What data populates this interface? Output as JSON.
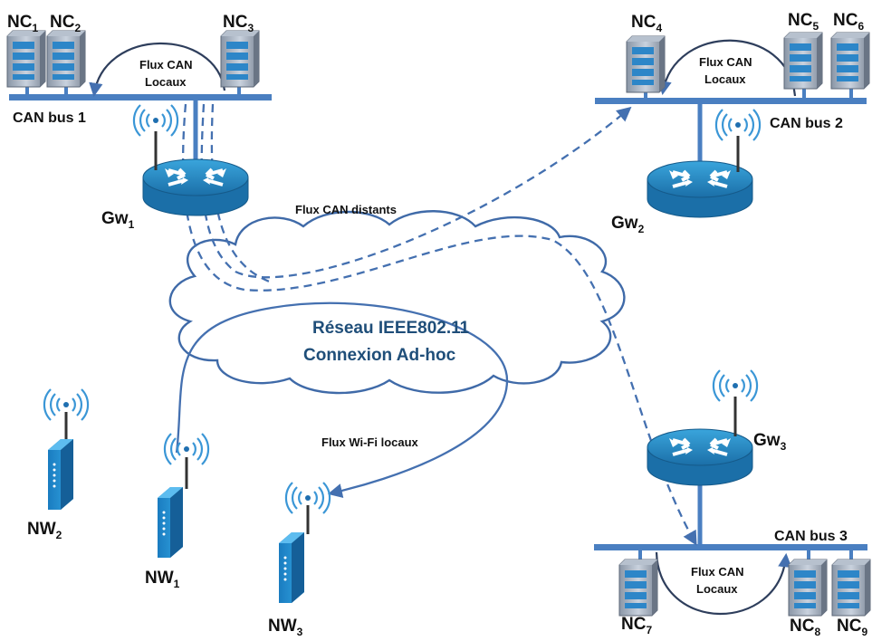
{
  "nodes": {
    "nc1": {
      "label": "NC",
      "sub": "1"
    },
    "nc2": {
      "label": "NC",
      "sub": "2"
    },
    "nc3": {
      "label": "NC",
      "sub": "3"
    },
    "nc4": {
      "label": "NC",
      "sub": "4"
    },
    "nc5": {
      "label": "NC",
      "sub": "5"
    },
    "nc6": {
      "label": "NC",
      "sub": "6"
    },
    "nc7": {
      "label": "NC",
      "sub": "7"
    },
    "nc8": {
      "label": "NC",
      "sub": "8"
    },
    "nc9": {
      "label": "NC",
      "sub": "9"
    },
    "gw1": {
      "label": "Gw",
      "sub": "1"
    },
    "gw2": {
      "label": "Gw",
      "sub": "2"
    },
    "gw3": {
      "label": "Gw",
      "sub": "3"
    },
    "nw1": {
      "label": "NW",
      "sub": "1"
    },
    "nw2": {
      "label": "NW",
      "sub": "2"
    },
    "nw3": {
      "label": "NW",
      "sub": "3"
    }
  },
  "buses": {
    "bus1": "CAN bus 1",
    "bus2": "CAN bus 2",
    "bus3": "CAN bus 3"
  },
  "flows": {
    "local1_line1": "Flux CAN",
    "local1_line2": "Locaux",
    "local2_line1": "Flux CAN",
    "local2_line2": "Locaux",
    "local3_line1": "Flux CAN",
    "local3_line2": "Locaux",
    "remote": "Flux CAN distants",
    "wifi": "Flux Wi-Fi locaux"
  },
  "cloud": {
    "line1": "Réseau IEEE802.11",
    "line2": "Connexion Ad-hoc"
  },
  "colors": {
    "bus": "#4a7fc1",
    "router": "#2a8fc4",
    "cloud_stroke": "#3f6aa8",
    "flow": "#4470b0"
  }
}
